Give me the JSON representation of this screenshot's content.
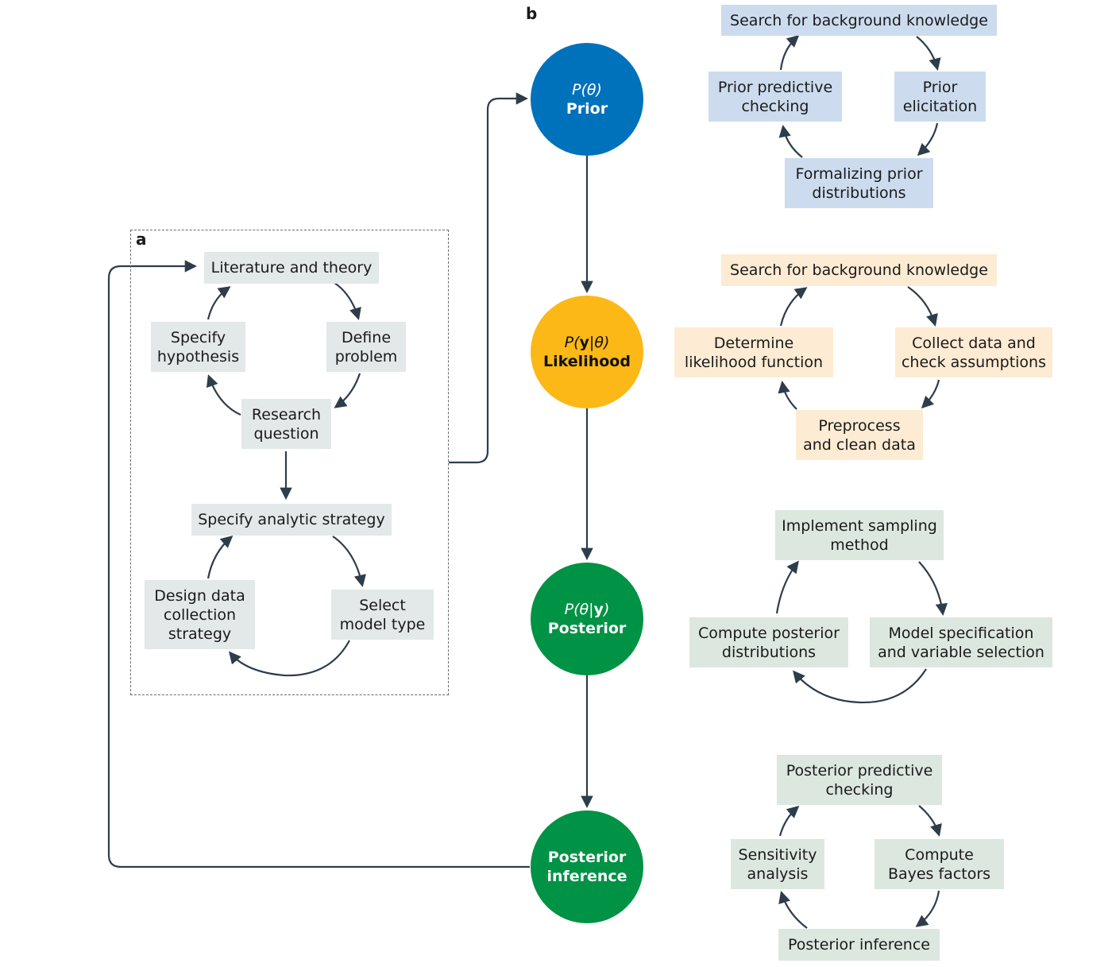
{
  "panel_a": {
    "label": "a",
    "cycle_top": [
      "Literature and theory",
      "Define\nproblem",
      "Research\nquestion",
      "Specify\nhypothesis"
    ],
    "cycle_bottom": [
      "Specify analytic strategy",
      "Select\nmodel type",
      "Design data\ncollection\nstrategy"
    ]
  },
  "panel_b": {
    "label": "b",
    "nodes": {
      "prior": {
        "symbol_prefix": "P(",
        "symbol_theta": "θ",
        "symbol_suffix": ")",
        "name": "Prior",
        "color": "#0072bc"
      },
      "likelihood": {
        "symbol_prefix": "P(",
        "symbol_y": "y",
        "symbol_mid": "|",
        "symbol_theta": "θ",
        "symbol_suffix": ")",
        "name": "Likelihood",
        "color": "#fbb817"
      },
      "posterior": {
        "symbol_prefix": "P(",
        "symbol_theta": "θ",
        "symbol_mid": "|",
        "symbol_y": "y",
        "symbol_suffix": ")",
        "name": "Posterior",
        "color": "#009245"
      },
      "inference": {
        "name": "Posterior\ninference",
        "color": "#009245"
      }
    },
    "prior_cycle": [
      "Search for background knowledge",
      "Prior\nelicitation",
      "Formalizing prior\ndistributions",
      "Prior predictive\nchecking"
    ],
    "likelihood_cycle": [
      "Search for background knowledge",
      "Collect data and\ncheck assumptions",
      "Preprocess\nand clean data",
      "Determine\nlikelihood function"
    ],
    "posterior_cycle": [
      "Implement sampling\nmethod",
      "Model specification\nand variable selection",
      "Compute posterior\ndistributions"
    ],
    "inference_cycle": [
      "Posterior predictive\nchecking",
      "Compute\nBayes factors",
      "Posterior inference",
      "Sensitivity\nanalysis"
    ]
  },
  "colors": {
    "arrow": "#2e3d4a",
    "grey_box": "#e3e8e8",
    "blue_box": "#ccdcee",
    "orange_box": "#fdebd3",
    "green_box": "#dce7e0"
  }
}
